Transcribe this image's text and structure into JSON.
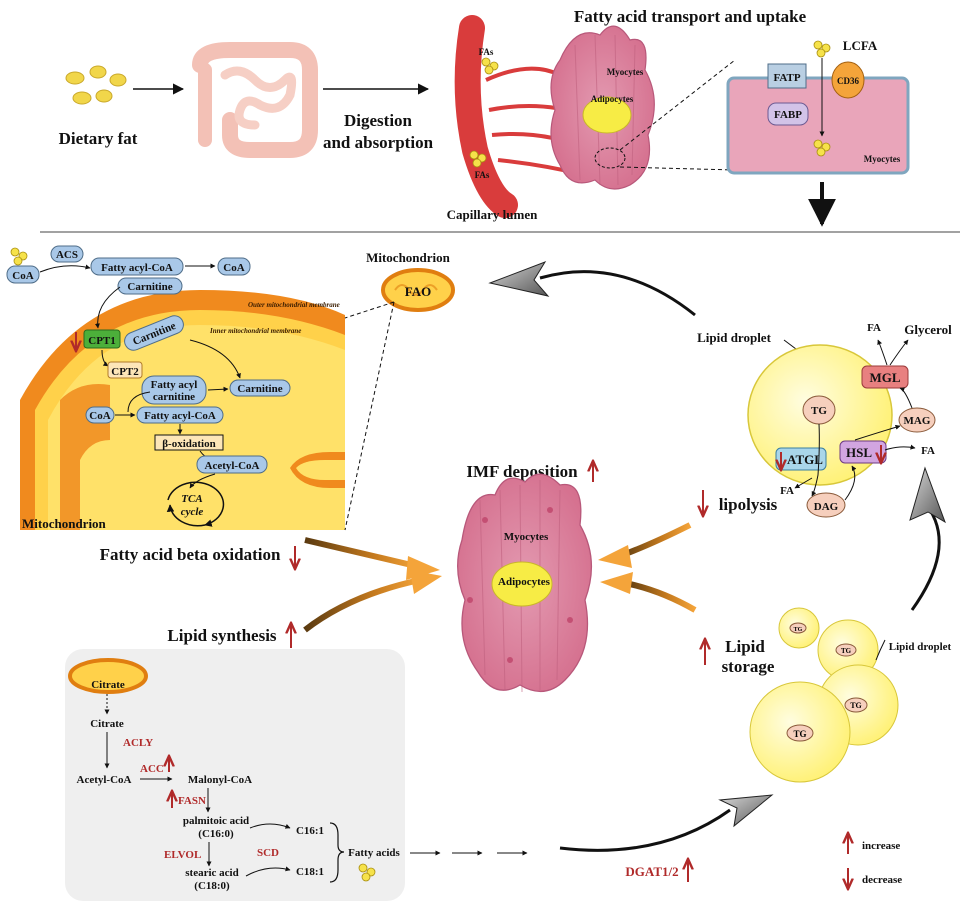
{
  "title": "Fatty acid transport and uptake",
  "colors": {
    "red_arrow": "#b02a2a",
    "blue_pill": "#a9c8e8",
    "orange_membrane": "#f08a1e",
    "mito_fill": "#ffe169",
    "muscle": "#e48aa6",
    "lipid_droplet": "#fffb9a"
  },
  "top": {
    "dietary_fat": "Dietary fat",
    "digestion_line1": "Digestion",
    "digestion_line2": "and absorption",
    "fas_upper": "FAs",
    "fas_lower": "FAs",
    "capillary": "Capillary lumen",
    "myocytes": "Myocytes",
    "adipocytes": "Adipocytes",
    "lcfa": "LCFA",
    "fatp": "FATP",
    "cd36": "CD36",
    "fabp": "FABP",
    "myocytes_cell": "Myocytes"
  },
  "mito": {
    "title": "Mitochondrion",
    "fao": "FAO",
    "coa_left": "CoA",
    "acs": "ACS",
    "fatty_acyl_coa_top": "Fatty acyl-CoA",
    "coa_right": "CoA",
    "carnitine_top": "Carnitine",
    "outer_membrane": "Outer mitochondrial membrane",
    "inner_membrane": "Inner mitochondrial membrane",
    "cpt1": "CPT1",
    "carnitine_inner": "Carnitine",
    "cpt2": "CPT2",
    "fatty_acyl_line1": "Fatty acyl",
    "fatty_acyl_line2": "carnitine",
    "carnitine_right": "Carnitine",
    "coa_inner": "CoA",
    "fatty_acyl_coa_inner": "Fatty acyl-CoA",
    "beta_ox": "β-oxidation",
    "acetyl_coa": "Acetyl-CoA",
    "tca_line1": "TCA",
    "tca_line2": "cycle",
    "bottom_label": "Mitochondrion",
    "caption": "Fatty acid beta oxidation"
  },
  "center": {
    "imf": "IMF deposition",
    "myocytes": "Myocytes",
    "adipocytes": "Adipocytes"
  },
  "lipolysis": {
    "lipid_droplet": "Lipid droplet",
    "fa_top": "FA",
    "glycerol": "Glycerol",
    "mgl": "MGL",
    "tg": "TG",
    "mag": "MAG",
    "hsl": "HSL",
    "fa_right": "FA",
    "atgl": "ATGL",
    "fa_bottom": "FA",
    "dag": "DAG",
    "caption": "lipolysis"
  },
  "storage": {
    "caption_line1": "Lipid",
    "caption_line2": "storage",
    "lipid_droplet": "Lipid droplet",
    "tg": "TG"
  },
  "synthesis": {
    "caption": "Lipid synthesis",
    "citrate_mito": "Citrate",
    "citrate": "Citrate",
    "acly": "ACLY",
    "acetyl_coa": "Acetyl-CoA",
    "acc": "ACC",
    "malonyl_coa": "Malonyl-CoA",
    "fasn": "FASN",
    "palmitoic_line1": "palmitoic acid",
    "palmitoic_line2": "(C16:0)",
    "c161": "C16:1",
    "elvol": "ELVOL",
    "scd": "SCD",
    "stearic_line1": "stearic acid",
    "stearic_line2": "(C18:0)",
    "c181": "C18:1",
    "fatty_acids": "Fatty acids",
    "dgat": "DGAT1/2"
  },
  "legend": {
    "increase": "increase",
    "decrease": "decrease"
  }
}
